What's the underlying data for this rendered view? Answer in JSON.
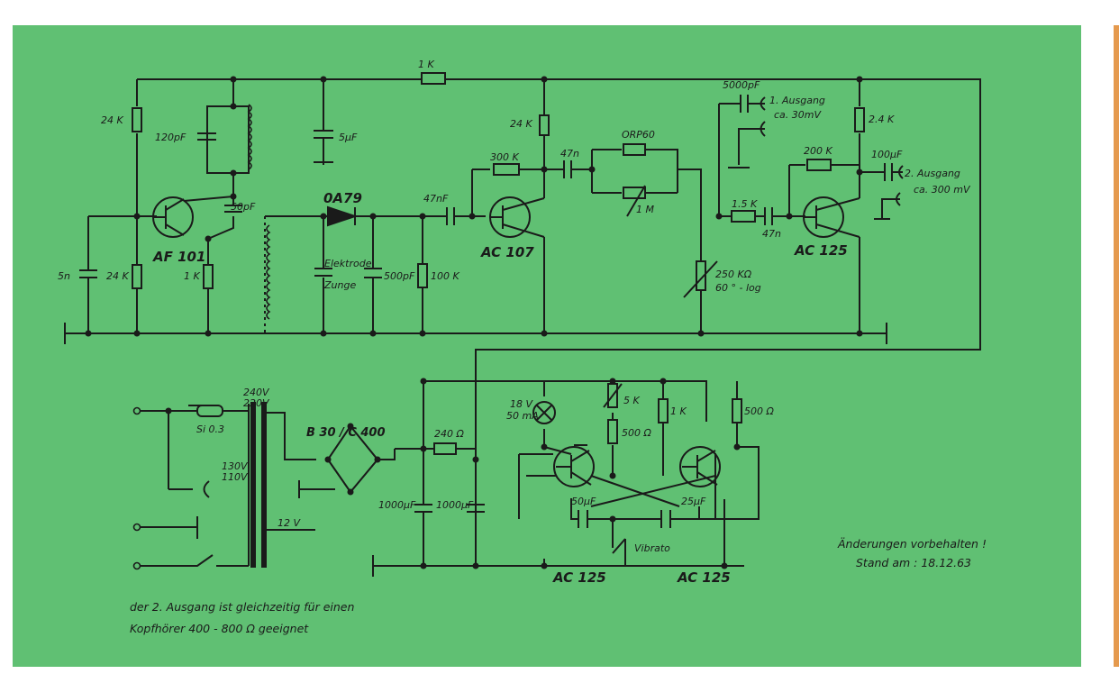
{
  "colors": {
    "board": "#60c073",
    "ink": "#1a1a1a",
    "accent_edge": "#e59a4e",
    "page": "#ffffff"
  },
  "components": {
    "r_top": "1 K",
    "r_24k_left": "24 K",
    "c_120p": "120pF",
    "c_5u": "5μF",
    "c_50p": "50pF",
    "t1": "AF 101",
    "c_5n": "5n",
    "r_24k_left2": "24 K",
    "r_1k_left": "1 K",
    "diode": "0A79",
    "c_47nf": "47nF",
    "electrode_1": "Elektrode",
    "electrode_2": "Zunge",
    "c_500p": "500pF",
    "r_100k": "100 K",
    "r_300k": "300 K",
    "r_24k_mid": "24 K",
    "t2": "AC 107",
    "c_47n": "47n",
    "orp": "ORP60",
    "pot_1m": "1 M",
    "pot_250k": "250 KΩ",
    "pot_log": "60 ° - log",
    "c_5000p": "5000pF",
    "out1": "1. Ausgang",
    "out1_level": "ca. 30mV",
    "r_2_4k": "2.4 K",
    "r_200k": "200 K",
    "c_100u": "100μF",
    "out2": "2. Ausgang",
    "out2_level": "ca. 300 mV",
    "r_1_5k": "1.5 K",
    "c_47n_b": "47n",
    "t3": "AC 125",
    "v_primary_1": "240V",
    "v_primary_2": "220V",
    "v_tap_1": "130V",
    "v_tap_2": "110V",
    "fuse": "Si 0.3",
    "rectifier": "B 30 / C 400",
    "v_secondary": "12 V",
    "c_1000a": "1000μF",
    "c_1000b": "1000μF",
    "r_240": "240 Ω",
    "lamp_1": "18 V",
    "lamp_2": "50 mA",
    "pot_5k": "5 K",
    "r_500_a": "500 Ω",
    "r_1k_b": "1 K",
    "r_500_b": "500 Ω",
    "c_50u": "50μF",
    "c_25u": "25μF",
    "vibrato": "Vibrato",
    "t4": "AC 125",
    "t5": "AC 125"
  },
  "notes": {
    "changes": "Änderungen vorbehalten !",
    "date": "Stand am : 18.12.63",
    "footnote_1": "der 2. Ausgang ist gleichzeitig für einen",
    "footnote_2": "Kopfhörer 400 - 800 Ω geeignet"
  }
}
